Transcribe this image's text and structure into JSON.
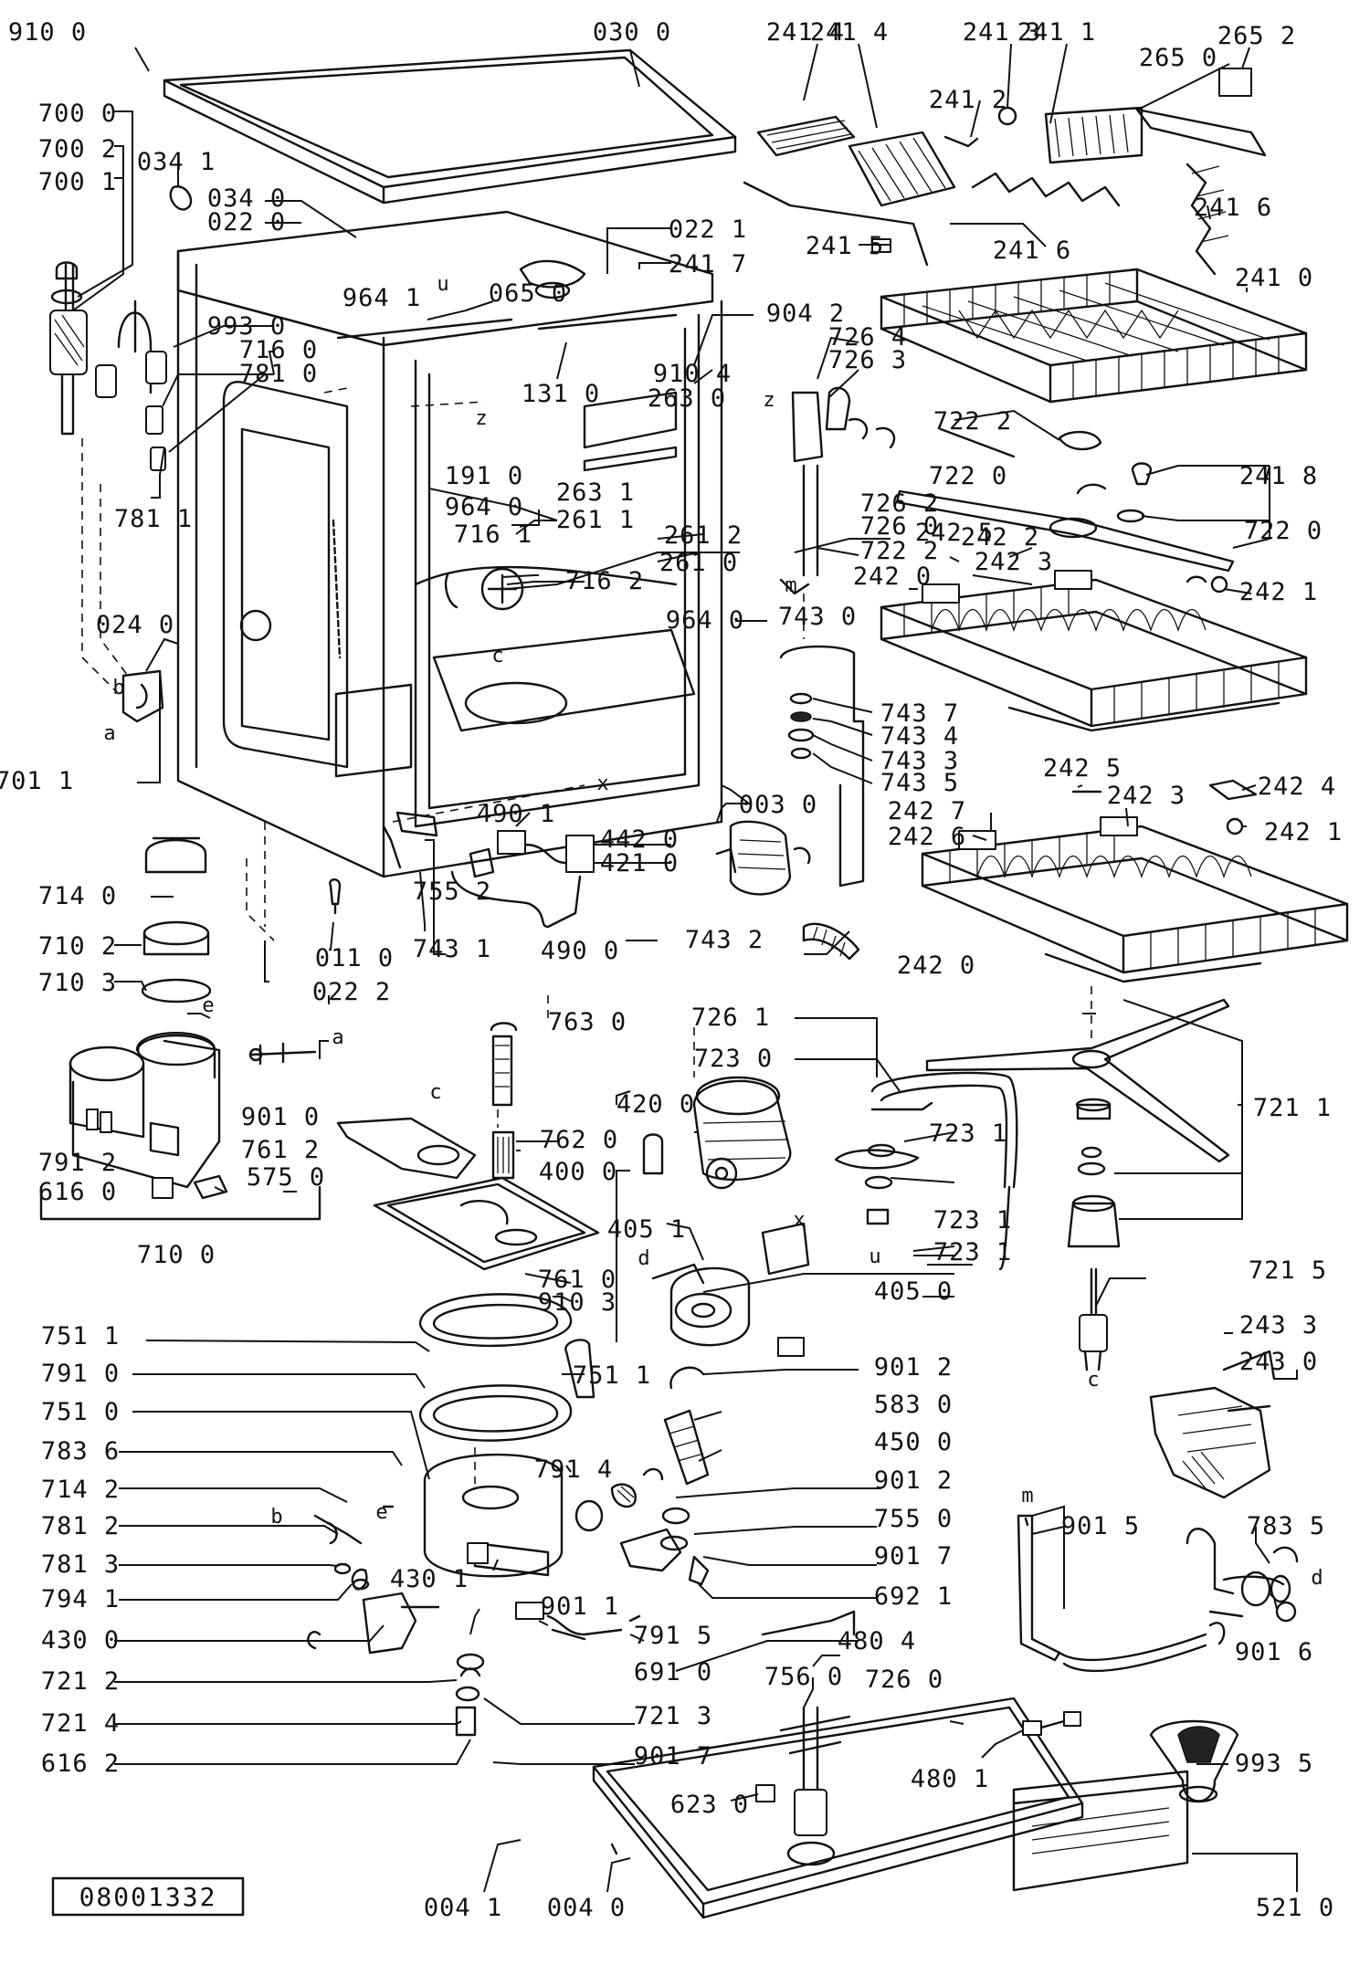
{
  "document_id": "08001332",
  "parts": [
    {
      "id": "p9100",
      "label": "910 0"
    },
    {
      "id": "p0300",
      "label": "030 0"
    },
    {
      "id": "p2414a",
      "label": "241 4"
    },
    {
      "id": "p2414b",
      "label": "241 4"
    },
    {
      "id": "p2413",
      "label": "241 3"
    },
    {
      "id": "p2411",
      "label": "241 1"
    },
    {
      "id": "p2652",
      "label": "265 2"
    },
    {
      "id": "p2650",
      "label": "265 0"
    },
    {
      "id": "p2412",
      "label": "241 2"
    },
    {
      "id": "p2416a",
      "label": "241 6"
    },
    {
      "id": "p2416b",
      "label": "241 6"
    },
    {
      "id": "p7000",
      "label": "700 0"
    },
    {
      "id": "p7002",
      "label": "700 2"
    },
    {
      "id": "p7001",
      "label": "700 1"
    },
    {
      "id": "p0341",
      "label": "034 1"
    },
    {
      "id": "p0340",
      "label": "034 0"
    },
    {
      "id": "p0220",
      "label": "022 0"
    },
    {
      "id": "p0221",
      "label": "022 1"
    },
    {
      "id": "p2417",
      "label": "241 7"
    },
    {
      "id": "p2415",
      "label": "241 5"
    },
    {
      "id": "p2410",
      "label": "241 0"
    },
    {
      "id": "p9930",
      "label": "993 0"
    },
    {
      "id": "p9641a",
      "label": "964 1"
    },
    {
      "id": "p0650",
      "label": "065 0"
    },
    {
      "id": "p9042",
      "label": "904 2"
    },
    {
      "id": "p7160",
      "label": "716 0"
    },
    {
      "id": "p7810",
      "label": "781 0"
    },
    {
      "id": "p9104",
      "label": "910 4"
    },
    {
      "id": "p2630",
      "label": "263 0"
    },
    {
      "id": "p1310",
      "label": "131 0"
    },
    {
      "id": "p7264",
      "label": "726 4"
    },
    {
      "id": "p7263",
      "label": "726 3"
    },
    {
      "id": "p7222a",
      "label": "722 2"
    },
    {
      "id": "p2418",
      "label": "241 8"
    },
    {
      "id": "p7220a",
      "label": "722 0"
    },
    {
      "id": "p7220b",
      "label": "722 0"
    },
    {
      "id": "p7811",
      "label": "781 1"
    },
    {
      "id": "p1910",
      "label": "191 0"
    },
    {
      "id": "p9640a",
      "label": "964 0"
    },
    {
      "id": "p2631",
      "label": "263 1"
    },
    {
      "id": "p2611",
      "label": "261 1"
    },
    {
      "id": "p7161",
      "label": "716 1"
    },
    {
      "id": "p2612",
      "label": "261 2"
    },
    {
      "id": "p2610",
      "label": "261 0"
    },
    {
      "id": "p7262",
      "label": "726 2"
    },
    {
      "id": "p7260a",
      "label": "726 0"
    },
    {
      "id": "p7222b",
      "label": "722 2"
    },
    {
      "id": "p2425a",
      "label": "242 5"
    },
    {
      "id": "p2422",
      "label": "242 2"
    },
    {
      "id": "p2423a",
      "label": "242 3"
    },
    {
      "id": "p2420a",
      "label": "242 0"
    },
    {
      "id": "p7162",
      "label": "716 2"
    },
    {
      "id": "p2421a",
      "label": "242 1"
    },
    {
      "id": "p0240",
      "label": "024 0"
    },
    {
      "id": "p9640b",
      "label": "964 0"
    },
    {
      "id": "p7430",
      "label": "743 0"
    },
    {
      "id": "p7437",
      "label": "743 7"
    },
    {
      "id": "p7434",
      "label": "743 4"
    },
    {
      "id": "p7433",
      "label": "743 3"
    },
    {
      "id": "p7435",
      "label": "743 5"
    },
    {
      "id": "p7011",
      "label": "701 1"
    },
    {
      "id": "p2425b",
      "label": "242 5"
    },
    {
      "id": "p2424",
      "label": "242 4"
    },
    {
      "id": "p0030",
      "label": "003 0"
    },
    {
      "id": "p4901a",
      "label": "490 1"
    },
    {
      "id": "p2427",
      "label": "242 7"
    },
    {
      "id": "p2423b",
      "label": "242 3"
    },
    {
      "id": "p2426",
      "label": "242 6"
    },
    {
      "id": "p2421b",
      "label": "242 1"
    },
    {
      "id": "p4420",
      "label": "442 0"
    },
    {
      "id": "p4210",
      "label": "421 0"
    },
    {
      "id": "p7140a",
      "label": "714 0"
    },
    {
      "id": "p7552",
      "label": "755 2"
    },
    {
      "id": "p7431",
      "label": "743 1"
    },
    {
      "id": "p7102",
      "label": "710 2"
    },
    {
      "id": "p0110",
      "label": "011 0"
    },
    {
      "id": "p4900",
      "label": "490 0"
    },
    {
      "id": "p7432",
      "label": "743 2"
    },
    {
      "id": "p0222",
      "label": "022 2"
    },
    {
      "id": "p7103",
      "label": "710 3"
    },
    {
      "id": "p2420b",
      "label": "242 0"
    },
    {
      "id": "p7261",
      "label": "726 1"
    },
    {
      "id": "p7630",
      "label": "763 0"
    },
    {
      "id": "p7230",
      "label": "723 0"
    },
    {
      "id": "p4200",
      "label": "420 0"
    },
    {
      "id": "p9010",
      "label": "901 0"
    },
    {
      "id": "p7612",
      "label": "761 2"
    },
    {
      "id": "p7620",
      "label": "762 0"
    },
    {
      "id": "p7231a",
      "label": "723 1"
    },
    {
      "id": "p7211",
      "label": "721 1"
    },
    {
      "id": "p4000",
      "label": "400 0"
    },
    {
      "id": "p7912",
      "label": "791 2"
    },
    {
      "id": "p6160",
      "label": "616 0"
    },
    {
      "id": "p5750",
      "label": "575 0"
    },
    {
      "id": "p7231b",
      "label": "723 1"
    },
    {
      "id": "p4051",
      "label": "405 1"
    },
    {
      "id": "p7231c",
      "label": "723 1"
    },
    {
      "id": "p7100",
      "label": "710 0"
    },
    {
      "id": "p7610",
      "label": "761 0"
    },
    {
      "id": "p9103",
      "label": "910 3"
    },
    {
      "id": "p4050",
      "label": "405 0"
    },
    {
      "id": "p7215",
      "label": "721 5"
    },
    {
      "id": "p7511a",
      "label": "751 1"
    },
    {
      "id": "p2433",
      "label": "243 3"
    },
    {
      "id": "p2430",
      "label": "243 0"
    },
    {
      "id": "p7910",
      "label": "791 0"
    },
    {
      "id": "p7511b",
      "label": "751 1"
    },
    {
      "id": "p9012a",
      "label": "901 2"
    },
    {
      "id": "p7510",
      "label": "751 0"
    },
    {
      "id": "p5830",
      "label": "583 0"
    },
    {
      "id": "p7836",
      "label": "783 6"
    },
    {
      "id": "p4500",
      "label": "450 0"
    },
    {
      "id": "p7914",
      "label": "791 4"
    },
    {
      "id": "p7142",
      "label": "714 2"
    },
    {
      "id": "p9012b",
      "label": "901 2"
    },
    {
      "id": "p7812",
      "label": "781 2"
    },
    {
      "id": "p7550",
      "label": "755 0"
    },
    {
      "id": "p9015",
      "label": "901 5"
    },
    {
      "id": "p7835",
      "label": "783 5"
    },
    {
      "id": "p7813",
      "label": "781 3"
    },
    {
      "id": "p9017a",
      "label": "901 7"
    },
    {
      "id": "p4301",
      "label": "430 1"
    },
    {
      "id": "p7941",
      "label": "794 1"
    },
    {
      "id": "p6921",
      "label": "692 1"
    },
    {
      "id": "p9011",
      "label": "901 1"
    },
    {
      "id": "p4300",
      "label": "430 0"
    },
    {
      "id": "p7915",
      "label": "791 5"
    },
    {
      "id": "p4804",
      "label": "480 4"
    },
    {
      "id": "p9016",
      "label": "901 6"
    },
    {
      "id": "p6910",
      "label": "691 0"
    },
    {
      "id": "p7260b",
      "label": "726 0"
    },
    {
      "id": "p7212",
      "label": "721 2"
    },
    {
      "id": "p7560",
      "label": "756 0"
    },
    {
      "id": "p7213",
      "label": "721 3"
    },
    {
      "id": "p7214",
      "label": "721 4"
    },
    {
      "id": "p9017b",
      "label": "901 7"
    },
    {
      "id": "p6162",
      "label": "616 2"
    },
    {
      "id": "p4801",
      "label": "480 1"
    },
    {
      "id": "p9935",
      "label": "993 5"
    },
    {
      "id": "p6230",
      "label": "623 0"
    },
    {
      "id": "p0041",
      "label": "004 1"
    },
    {
      "id": "p0040",
      "label": "004 0"
    },
    {
      "id": "p5210",
      "label": "521 0"
    }
  ],
  "callout_letters": [
    {
      "id": "la",
      "text": "a"
    },
    {
      "id": "lb",
      "text": "b"
    },
    {
      "id": "lc1",
      "text": "c"
    },
    {
      "id": "lu1",
      "text": "u"
    },
    {
      "id": "lz1",
      "text": "z"
    },
    {
      "id": "lz2",
      "text": "z"
    },
    {
      "id": "lm1",
      "text": "m"
    },
    {
      "id": "lx1",
      "text": "x"
    },
    {
      "id": "le1",
      "text": "e"
    },
    {
      "id": "la2",
      "text": "a"
    },
    {
      "id": "lc2",
      "text": "c"
    },
    {
      "id": "lu2",
      "text": "u"
    },
    {
      "id": "ld1",
      "text": "d"
    },
    {
      "id": "lx2",
      "text": "x"
    },
    {
      "id": "lc3",
      "text": "c"
    },
    {
      "id": "lb2",
      "text": "b"
    },
    {
      "id": "le2",
      "text": "e"
    },
    {
      "id": "lm2",
      "text": "m"
    },
    {
      "id": "ld2",
      "text": "d"
    }
  ]
}
